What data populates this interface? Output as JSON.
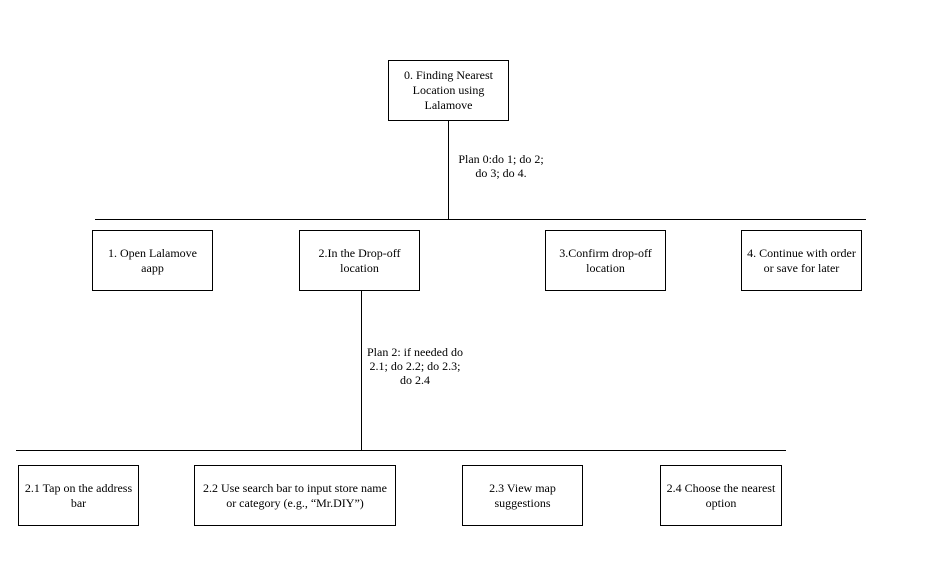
{
  "root": {
    "label": "0. Finding Nearest Location using Lalamove"
  },
  "plan0": {
    "text": "Plan 0:do 1; do 2; do 3; do 4."
  },
  "level1": [
    {
      "label": "1. Open Lalamove aapp"
    },
    {
      "label": "2.In the Drop-off location"
    },
    {
      "label": "3.Confirm drop-off location"
    },
    {
      "label": "4. Continue with order or save for later"
    }
  ],
  "plan2": {
    "text": "Plan 2: if needed do 2.1; do 2.2; do 2.3; do 2.4"
  },
  "level2": [
    {
      "label": "2.1 Tap on the address bar"
    },
    {
      "label": "2.2 Use search bar to input store name or category (e.g., “Mr.DIY”)"
    },
    {
      "label": "2.3 View map suggestions"
    },
    {
      "label": "2.4 Choose the nearest option"
    }
  ]
}
